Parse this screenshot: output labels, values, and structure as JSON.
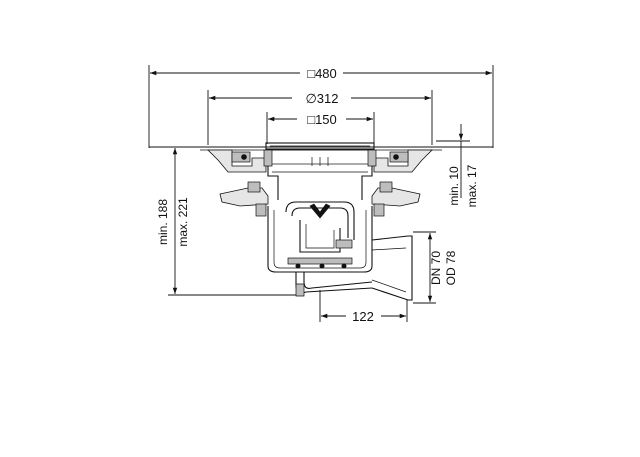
{
  "dimensions": {
    "top_width": "□480",
    "flange_diameter": "∅312",
    "grate": "□150",
    "height_min": "min. 188",
    "height_max": "max. 221",
    "adjust_min": "min. 10",
    "adjust_max": "max. 17",
    "outlet_dn": "DN 70",
    "outlet_od": "OD 78",
    "outlet_offset": "122"
  }
}
